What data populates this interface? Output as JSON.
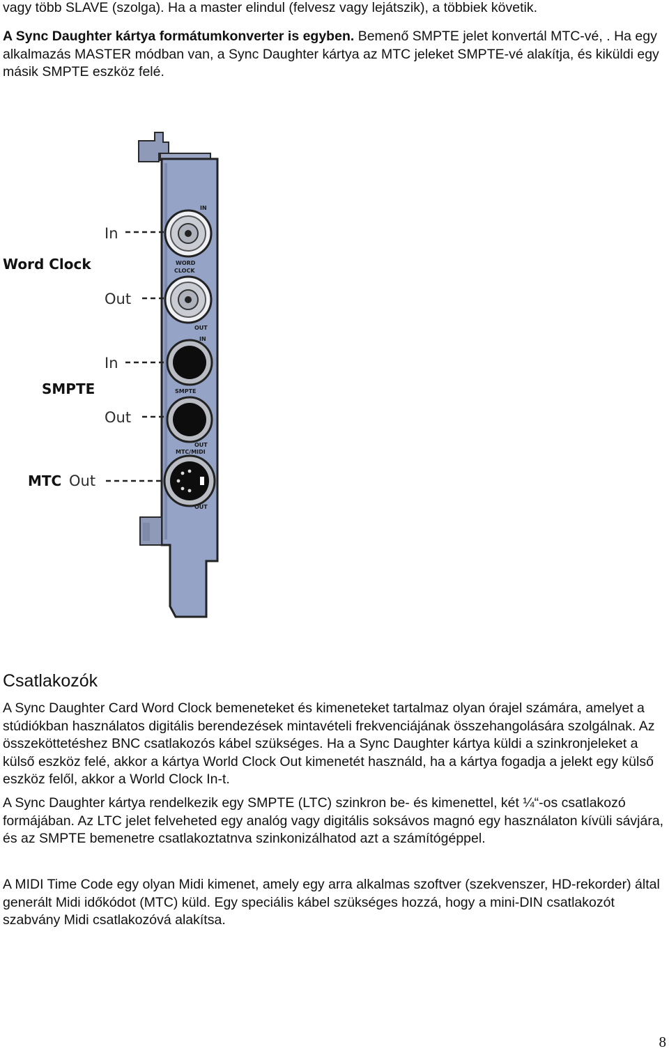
{
  "top": {
    "line1": "vagy több SLAVE (szolga). Ha a master elindul (felvesz vagy lejátszik), a többiek követik.",
    "p2_bold": "A Sync Daughter kártya formátumkonverter is egyben.",
    "p2_rest": " Bemenő SMPTE jelet konvertál MTC-vé, . Ha egy alkalmazás MASTER módban van, a Sync Daughter kártya az MTC jeleket SMPTE-vé alakítja, és kiküldi egy másik SMPTE eszköz felé."
  },
  "figure": {
    "left_labels": {
      "word_clock": "Word Clock",
      "wc_in": "In",
      "wc_out": "Out",
      "smpte": "SMPTE",
      "smpte_in": "In",
      "smpte_out": "Out",
      "mtc": "MTC",
      "mtc_out": "Out"
    },
    "plate_labels": {
      "in1": "IN",
      "word": "WORD",
      "clock": "CLOCK",
      "out1": "OUT",
      "in2": "IN",
      "smpte": "SMPTE",
      "out2": "OUT",
      "mtc_midi": "MTC/MIDI",
      "out3": "OUT"
    },
    "colors": {
      "bracket": "#94a3c6",
      "bracket_edge": "#2a2a2a",
      "connector": "#b9bcc2"
    }
  },
  "section": {
    "heading": "Csatlakozók",
    "p1": "A Sync Daughter Card Word Clock bemeneteket és kimeneteket tartalmaz olyan órajel számára, amelyet a stúdiókban használatos digitális berendezések mintavételi frekvenciájának összehangolására szolgálnak. Az összeköttetéshez BNC csatlakozós kábel szükséges. Ha a Sync Daughter kártya küldi a szinkronjeleket a külső eszköz felé, akkor a kártya World Clock Out kimenetét használd, ha a kártya fogadja a jelekt egy külső eszköz felől, akkor a World Clock In-t.",
    "p2": "A Sync Daughter kártya rendelkezik egy SMPTE (LTC) szinkron be- és kimenettel, két ¼“-os csatlakozó formájában. Az LTC jelet felveheted egy analóg vagy digitális soksávos magnó egy használaton kívüli sávjára, és az SMPTE bemenetre csatlakoztatnva szinkonizálhatod azt a számítógéppel.",
    "p3": "A MIDI Time Code egy olyan Midi kimenet, amely egy arra alkalmas szoftver (szekvenszer, HD-rekorder) által generált Midi időkódot (MTC) küld. Egy speciális kábel szükséges hozzá, hogy a mini-DIN csatlakozót szabvány Midi csatlakozóvá alakítsa."
  },
  "page_number": "8"
}
